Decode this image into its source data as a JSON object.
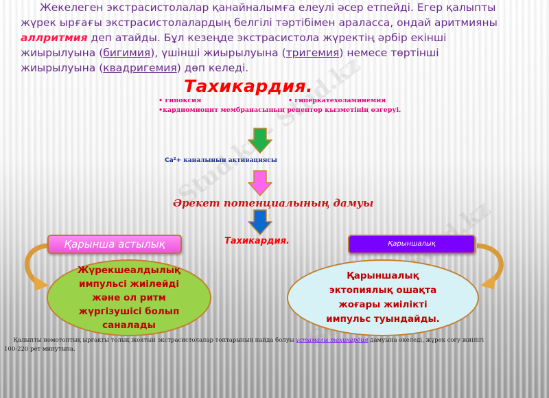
{
  "intro": {
    "line1": "Жекелеген экстрасистолалар қанайналымға елеулі әсер етпейді. Егер қалыпты",
    "line2": "жүрек  ырғағы экстрасистолалардың белгілі тәртібімен араласса, ондай аритмияны",
    "highlight": "аллритмия",
    "line3_rest": " деп атайды. Бұл кезеңде экстрасистола жүректің әрбір екінші",
    "line4_a": "жиырылуына (",
    "bigemy": "бигимия",
    "line4_b": "), үшінші жиырылуына (",
    "trigemy": "тригемия",
    "line4_c": ") немесе төртінші",
    "line5_a": "жиырылуына (",
    "quadrigemy": "квадригемия",
    "line5_b": ") дөп келеді."
  },
  "diagram": {
    "title": "Тахикардия.",
    "bullets": [
      "• гипоксия",
      "• гиперкатехоламинемия",
      "•кардиомиоцит мембранасының рецептор қызметінің өзгеруі."
    ],
    "ca_prefix": "Ca²+",
    "ca_text": " каналынын активациясы",
    "action_potential": "Әрекет потенциалының  дамуы",
    "result": "Тахикардия.",
    "arrow_colors": [
      "#22b04a",
      "#ff66ee",
      "#0a6ad0"
    ],
    "left": {
      "label": "Қарынша астылық",
      "lines": [
        "Жүрекшеалдылық",
        "импульсі жиілейді",
        "және ол ритм",
        "жүргізушісі болып",
        "саналады"
      ]
    },
    "right": {
      "label": "Қарыншалық",
      "lines": [
        "Қарыншалық",
        "эктопиялық ошақта",
        "жоғары жиілікті",
        "импульс туындайды."
      ]
    }
  },
  "footer": {
    "text_a": "Қалыпты номотоптық ырғақты  толық жоятын экстрасистолалар топтарының пайда болуы ",
    "highlight": "ұстамалы тахикардия",
    "text_b": " дамуына әкеледі, жүрек соғу жиілігі",
    "line2": "100-220 рет минутына."
  },
  "watermark": "Stud.kz - Stud.kz"
}
